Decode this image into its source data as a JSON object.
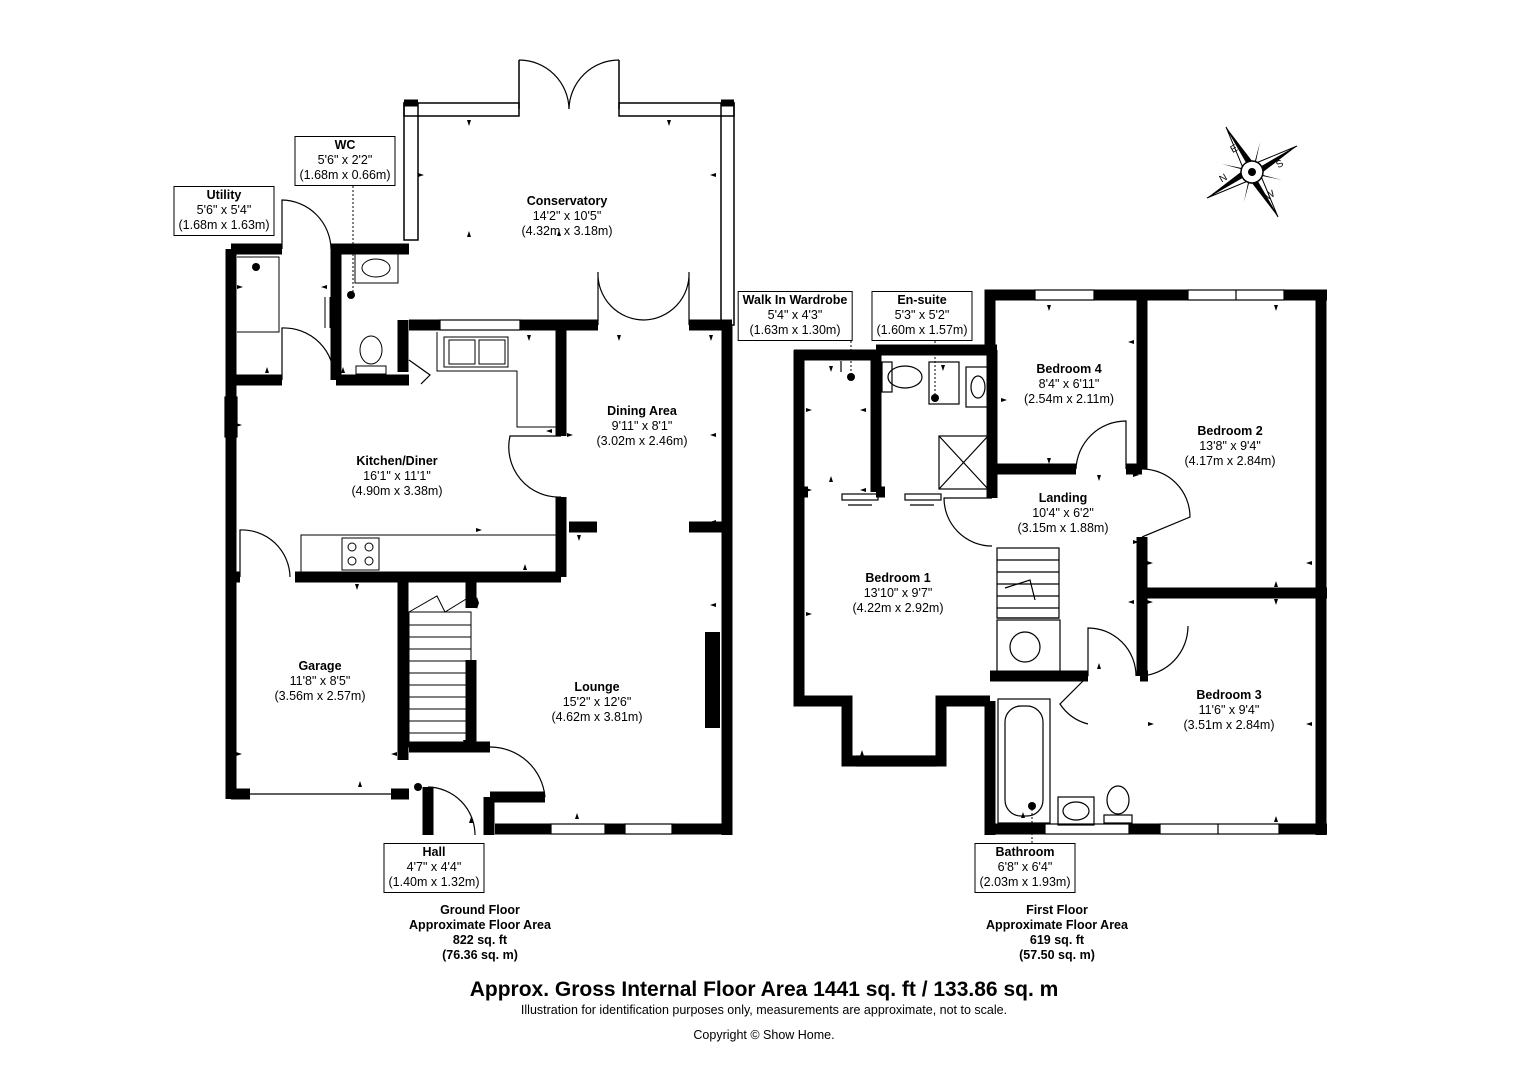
{
  "rooms": {
    "utility": {
      "name": "Utility",
      "imperial": "5'6\" x 5'4\"",
      "metric": "(1.68m x 1.63m)"
    },
    "wc": {
      "name": "WC",
      "imperial": "5'6\" x 2'2\"",
      "metric": "(1.68m x 0.66m)"
    },
    "conservatory": {
      "name": "Conservatory",
      "imperial": "14'2\" x 10'5\"",
      "metric": "(4.32m x 3.18m)"
    },
    "dining": {
      "name": "Dining Area",
      "imperial": "9'11\" x 8'1\"",
      "metric": "(3.02m x 2.46m)"
    },
    "kitchen": {
      "name": "Kitchen/Diner",
      "imperial": "16'1\" x 11'1\"",
      "metric": "(4.90m x 3.38m)"
    },
    "garage": {
      "name": "Garage",
      "imperial": "11'8\" x 8'5\"",
      "metric": "(3.56m x 2.57m)"
    },
    "lounge": {
      "name": "Lounge",
      "imperial": "15'2\" x 12'6\"",
      "metric": "(4.62m x 3.81m)"
    },
    "hall": {
      "name": "Hall",
      "imperial": "4'7\" x 4'4\"",
      "metric": "(1.40m x 1.32m)"
    },
    "wardrobe": {
      "name": "Walk In Wardrobe",
      "imperial": "5'4\" x 4'3\"",
      "metric": "(1.63m x 1.30m)"
    },
    "ensuite": {
      "name": "En-suite",
      "imperial": "5'3\" x 5'2\"",
      "metric": "(1.60m x 1.57m)"
    },
    "bed4": {
      "name": "Bedroom 4",
      "imperial": "8'4\" x 6'11\"",
      "metric": "(2.54m x 2.11m)"
    },
    "bed2": {
      "name": "Bedroom 2",
      "imperial": "13'8\" x 9'4\"",
      "metric": "(4.17m x 2.84m)"
    },
    "landing": {
      "name": "Landing",
      "imperial": "10'4\" x 6'2\"",
      "metric": "(3.15m x 1.88m)"
    },
    "bed1": {
      "name": "Bedroom 1",
      "imperial": "13'10\" x 9'7\"",
      "metric": "(4.22m x 2.92m)"
    },
    "bed3": {
      "name": "Bedroom 3",
      "imperial": "11'6\" x 9'4\"",
      "metric": "(3.51m x 2.84m)"
    },
    "bathroom": {
      "name": "Bathroom",
      "imperial": "6'8\" x 6'4\"",
      "metric": "(2.03m x 1.93m)"
    }
  },
  "floors": {
    "ground": {
      "name": "Ground Floor",
      "caption": "Approximate Floor Area",
      "sqft": "822 sq. ft",
      "sqm": "(76.36 sq. m)"
    },
    "first": {
      "name": "First Floor",
      "caption": "Approximate Floor Area",
      "sqft": "619 sq. ft",
      "sqm": "(57.50 sq. m)"
    }
  },
  "footer": {
    "total": "Approx. Gross Internal Floor Area 1441 sq. ft / 133.86 sq. m",
    "disclaimer": "Illustration for identification purposes only, measurements are approximate, not to scale.",
    "copyright": "Copyright © Show Home."
  },
  "compass": {
    "n": "N",
    "e": "E",
    "s": "S",
    "w": "W"
  }
}
